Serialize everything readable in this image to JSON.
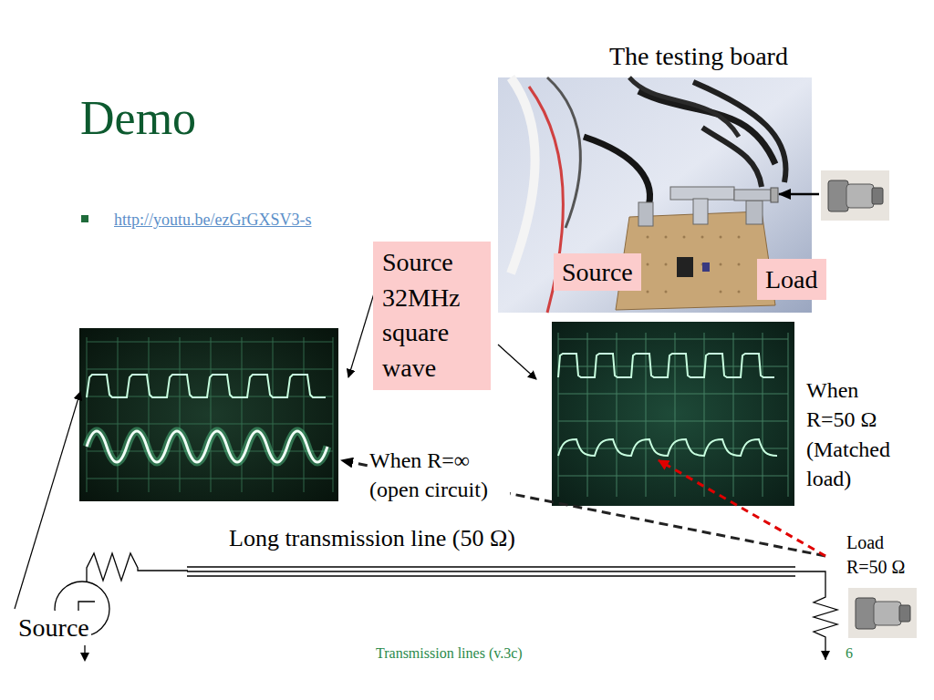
{
  "diagram": {
    "title": "Demo",
    "nodes": [
      {
        "text": [
          "Source 32MHz square wave"
        ]
      },
      {
        "text": [
          "Source"
        ]
      },
      {
        "text": [
          "Load"
        ]
      }
    ],
    "labels": [
      "http://youtu.be/ezGrGXSV3-s",
      "The testing board",
      "When R=∞ (open circuit)",
      "Long transmission line (50 Ω)",
      "When R=50 Ω (Matched load)",
      "Load R=50 Ω",
      "Source",
      "Transmission lines (v.3c)",
      "6"
    ]
  }
}
